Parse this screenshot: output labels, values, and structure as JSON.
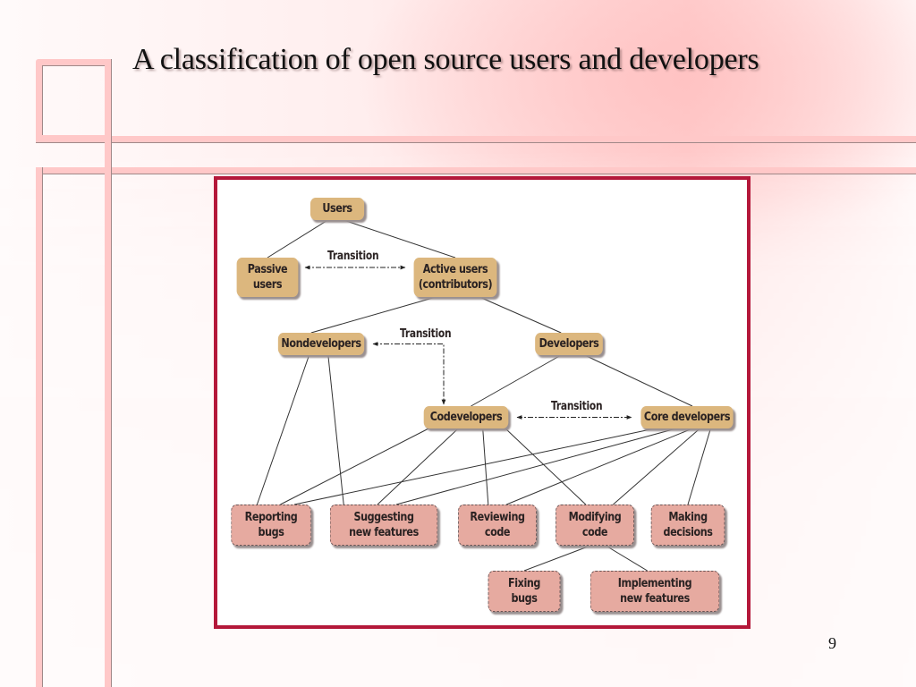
{
  "slide": {
    "title": "A classification of open source users and developers",
    "page_number": "9"
  },
  "diagram": {
    "nodes": {
      "users": "Users",
      "passive_users": "Passive\nusers",
      "active_users": "Active users\n(contributors)",
      "nondevelopers": "Nondevelopers",
      "developers": "Developers",
      "codevelopers": "Codevelopers",
      "core_developers": "Core developers",
      "reporting_bugs": "Reporting\nbugs",
      "suggesting_features": "Suggesting\nnew features",
      "reviewing_code": "Reviewing\ncode",
      "modifying_code": "Modifying\ncode",
      "making_decisions": "Making\ndecisions",
      "fixing_bugs": "Fixing\nbugs",
      "implementing_features": "Implementing\nnew features"
    },
    "transitions": {
      "passive_active": "Transition",
      "nondev_codev": "Transition",
      "codev_core": "Transition"
    },
    "edges": [
      [
        "users",
        "passive_users"
      ],
      [
        "users",
        "active_users"
      ],
      [
        "active_users",
        "nondevelopers"
      ],
      [
        "active_users",
        "developers"
      ],
      [
        "developers",
        "codevelopers"
      ],
      [
        "developers",
        "core_developers"
      ],
      [
        "nondevelopers",
        "reporting_bugs"
      ],
      [
        "nondevelopers",
        "suggesting_features"
      ],
      [
        "codevelopers",
        "reporting_bugs"
      ],
      [
        "codevelopers",
        "suggesting_features"
      ],
      [
        "codevelopers",
        "reviewing_code"
      ],
      [
        "codevelopers",
        "modifying_code"
      ],
      [
        "core_developers",
        "reporting_bugs"
      ],
      [
        "core_developers",
        "suggesting_features"
      ],
      [
        "core_developers",
        "reviewing_code"
      ],
      [
        "core_developers",
        "modifying_code"
      ],
      [
        "core_developers",
        "making_decisions"
      ],
      [
        "modifying_code",
        "fixing_bugs"
      ],
      [
        "modifying_code",
        "implementing_features"
      ]
    ]
  }
}
